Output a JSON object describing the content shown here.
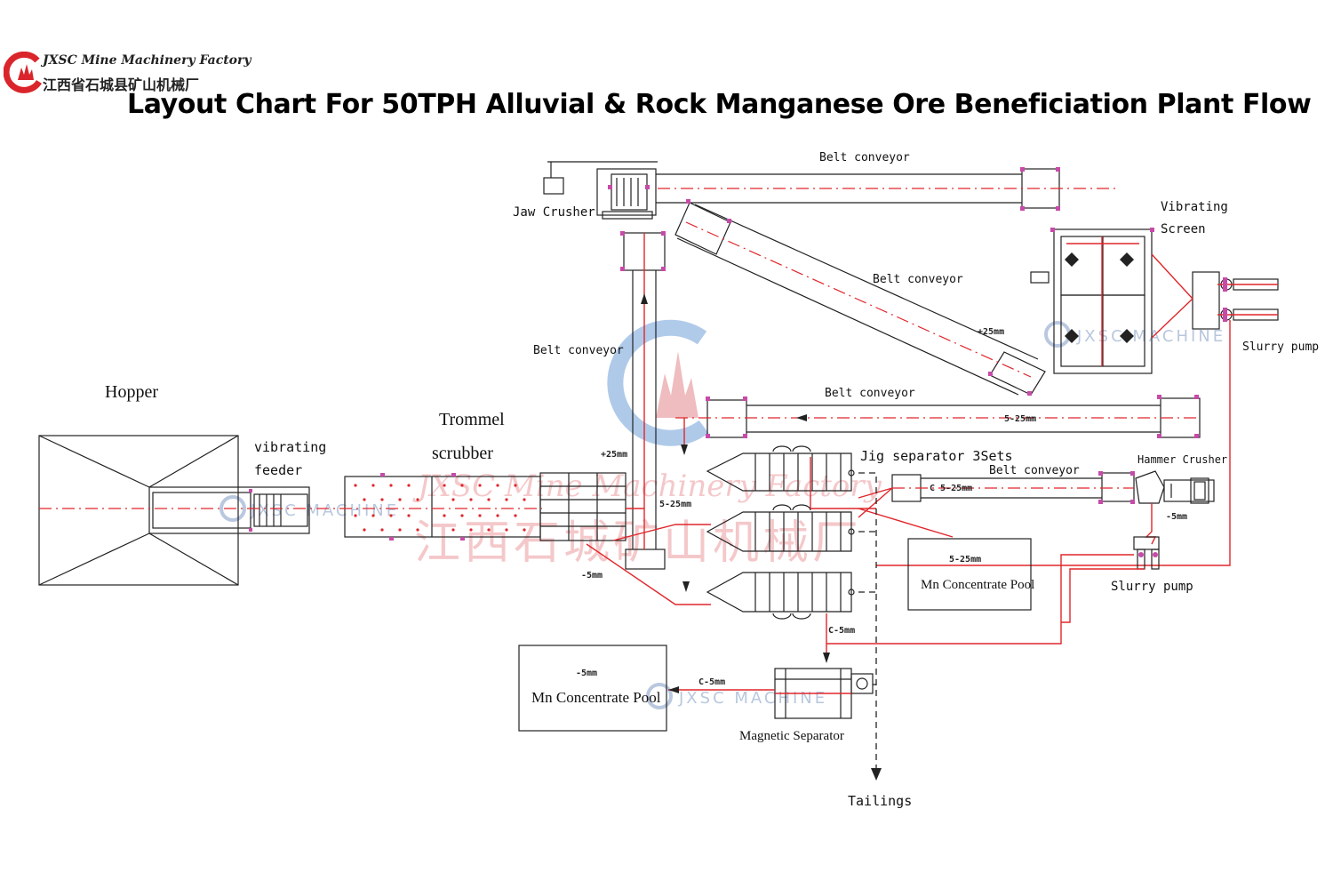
{
  "header": {
    "company_en": "JXSC Mine Machinery Factory",
    "company_cn": "江西省石城县矿山机械厂",
    "title": "Layout Chart For 50TPH Alluvial & Rock Manganese Ore Beneficiation Plant Flow"
  },
  "labels": {
    "hopper": "Hopper",
    "vibrating_feeder_1": "vibrating",
    "vibrating_feeder_2": "feeder",
    "trommel_1": "Trommel",
    "trommel_2": "scrubber",
    "jaw_crusher": "Jaw Crusher",
    "belt_conveyor_top": "Belt conveyor",
    "belt_conveyor_diag": "Belt conveyor",
    "belt_conveyor_left": "Belt conveyor",
    "belt_conveyor_mid": "Belt conveyor",
    "belt_conveyor_right": "Belt conveyor",
    "vibrating_screen_1": "Vibrating",
    "vibrating_screen_2": "Screen",
    "slurry_pump_top": "Slurry pump",
    "slurry_pump_bottom": "Slurry pump",
    "hammer_crusher": "Hammer Crusher",
    "jig_separator": "Jig separator 3Sets",
    "mn_pool_right_size": "5-25mm",
    "mn_pool_right": "Mn Concentrate Pool",
    "mn_pool_left_size": "-5mm",
    "mn_pool_left": "Mn Concentrate Pool",
    "magnetic_separator": "Magnetic Separator",
    "tailings": "Tailings"
  },
  "dims": {
    "plus25_diag": "+25mm",
    "plus25_left": "+25mm",
    "d525_left": "5-25mm",
    "minus5_left": "-5mm",
    "d525_belt_mid": "5-25mm",
    "c525_belt": "C 5-25mm",
    "minus5_hammer": "-5mm",
    "c5_jig": "C-5mm",
    "c5_mag": "C-5mm"
  },
  "watermark": {
    "factory_en": "JXSC Mine Machinery Factory",
    "factory_cn": "江西石城矿山机械厂",
    "machine": "JXSC MACHINE"
  },
  "colors": {
    "flow": "#e0262b",
    "equipment": "#222222",
    "fittings": "#c84aa8",
    "logo_red": "#d9252b"
  }
}
